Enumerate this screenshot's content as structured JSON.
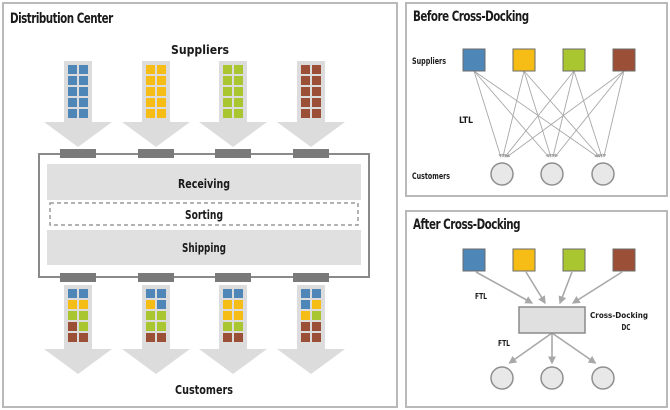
{
  "colors": {
    "blue": "#4f86b8",
    "yellow": "#f6bd16",
    "green": "#a9c52f",
    "brown": "#9b4f36",
    "arrow": "#dcdcdc",
    "dock": "#7a7a7a",
    "zone": "#e0e0e0",
    "line": "#a8a8a8",
    "node": "#e8e8e8"
  },
  "distribution_center": {
    "title": "Distribution Center",
    "suppliers_label": "Suppliers",
    "customers_label": "Customers",
    "zones": {
      "receiving": "Receiving",
      "sorting": "Sorting",
      "shipping": "Shipping"
    },
    "inbound_columns": [
      [
        "blue",
        "blue",
        "blue",
        "blue",
        "blue",
        "blue",
        "blue",
        "blue",
        "blue",
        "blue"
      ],
      [
        "yellow",
        "yellow",
        "yellow",
        "yellow",
        "yellow",
        "yellow",
        "yellow",
        "yellow",
        "yellow",
        "yellow"
      ],
      [
        "green",
        "green",
        "green",
        "green",
        "green",
        "green",
        "green",
        "green",
        "green",
        "green"
      ],
      [
        "brown",
        "brown",
        "brown",
        "brown",
        "brown",
        "brown",
        "brown",
        "brown",
        "brown",
        "brown"
      ]
    ],
    "outbound_columns": [
      [
        "blue",
        "blue",
        "yellow",
        "yellow",
        "green",
        "green",
        "brown",
        "green",
        "brown",
        "brown"
      ],
      [
        "blue",
        "blue",
        "yellow",
        "blue",
        "green",
        "green",
        "green",
        "green",
        "brown",
        "brown"
      ],
      [
        "blue",
        "blue",
        "yellow",
        "yellow",
        "yellow",
        "yellow",
        "green",
        "green",
        "brown",
        "brown"
      ],
      [
        "blue",
        "blue",
        "blue",
        "yellow",
        "yellow",
        "green",
        "brown",
        "brown",
        "brown",
        "brown"
      ]
    ]
  },
  "before_cross_docking": {
    "title": "Before Cross-Docking",
    "suppliers_label": "Suppliers",
    "customers_label": "Customers",
    "link_label": "LTL",
    "suppliers": [
      "blue",
      "yellow",
      "green",
      "brown"
    ],
    "customer_count": 3
  },
  "after_cross_docking": {
    "title": "After Cross-Docking",
    "inbound_label": "FTL",
    "outbound_label": "FTL",
    "hub_label_line1": "Cross-Docking",
    "hub_label_line2": "DC",
    "suppliers": [
      "blue",
      "yellow",
      "green",
      "brown"
    ],
    "customer_count": 3
  }
}
